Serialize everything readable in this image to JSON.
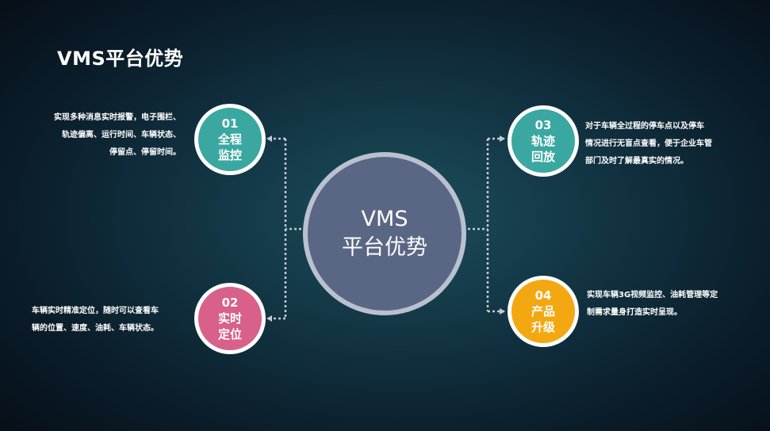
{
  "title": "VMS平台优势",
  "center": {
    "line1": "VMS",
    "line2": "平台优势"
  },
  "nodes": [
    {
      "num": "01",
      "label1": "全程",
      "label2": "监控",
      "color": "#3aa8a1",
      "desc": [
        "实现多种消息实时报警，电子围栏、",
        "轨迹偏离、运行时间、车辆状态、",
        "停留点、停留时间。"
      ]
    },
    {
      "num": "02",
      "label1": "实时",
      "label2": "定位",
      "color": "#d8608a",
      "desc": [
        "车辆实时精准定位，随时可以查看车",
        "辆的位置、速度、油耗、车辆状态。"
      ]
    },
    {
      "num": "03",
      "label1": "轨迹",
      "label2": "回放",
      "color": "#3aa8a1",
      "desc": [
        " 对于车辆全过程的停车点以及停车",
        "情况进行无盲点查看，便于企业车管",
        "部门及时了解最真实的情况。"
      ]
    },
    {
      "num": "04",
      "label1": "产品",
      "label2": "升级",
      "color": "#f3a812",
      "desc": [
        "实现车辆3G视频监控、油耗管理等定",
        "制需求量身打造实时呈现。"
      ]
    }
  ]
}
